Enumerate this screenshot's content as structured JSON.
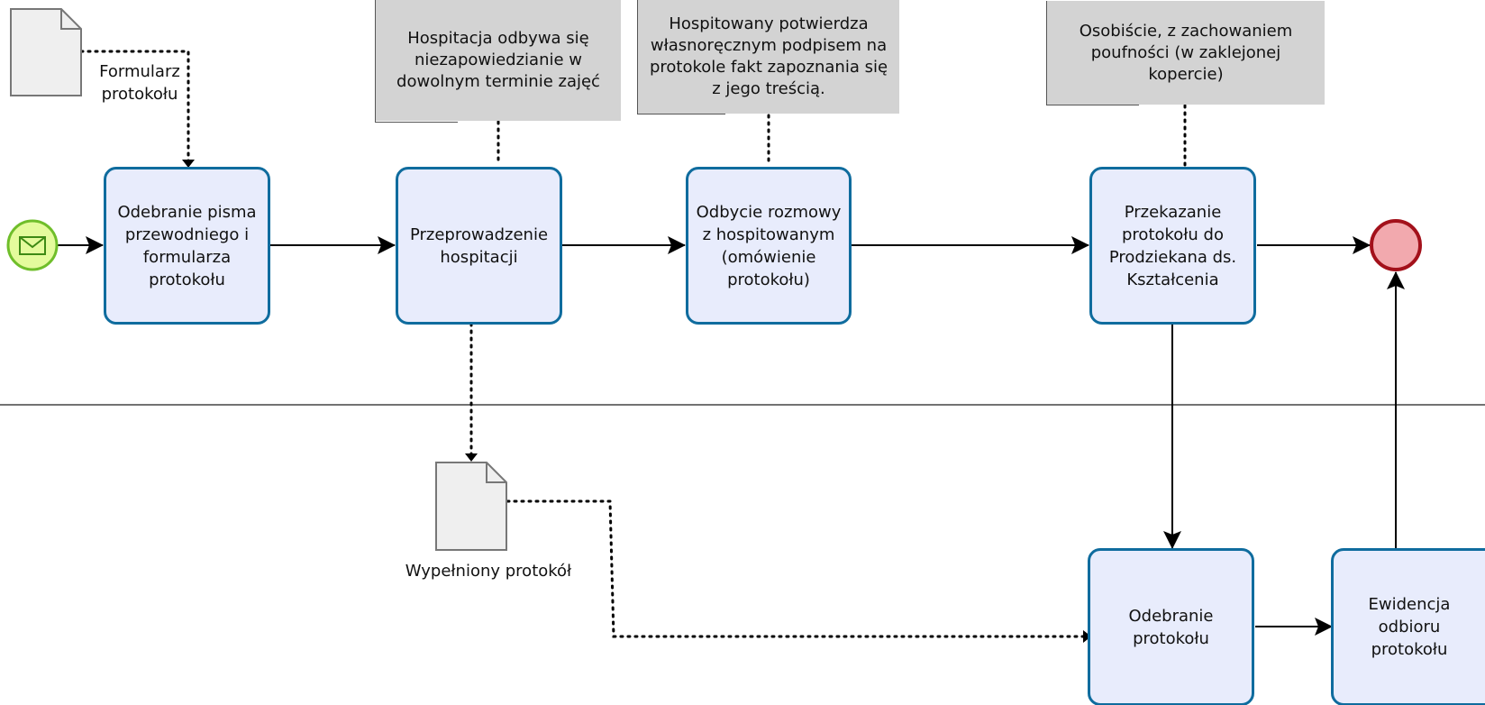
{
  "tasks": {
    "odebranie_pisma": "Odebranie pisma przewodniego i formularza protokołu",
    "przeprowadzenie": "Przeprowadzenie hospitacji",
    "odbycie_rozmowy": "Odbycie rozmowy z hospitowanym (omówienie protokołu)",
    "przekazanie": "Przekazanie protokołu do Prodziekana ds. Kształcenia",
    "odebranie_protokolu": "Odebranie protokołu",
    "ewidencja": "Ewidencja odbioru protokołu"
  },
  "notes": {
    "hospitacja": "Hospitacja odbywa się niezapowiedzianie w dowolnym terminie zajęć",
    "hospitowany": "Hospitowany potwierdza własnoręcznym podpisem na protokole fakt zapoznania się z jego treścią.",
    "osobiscie": "Osobiście, z zachowaniem poufności (w zaklejonej kopercie)"
  },
  "data_objects": {
    "formularz": "Formularz protokołu",
    "wypelniony": "Wypełniony protokół"
  },
  "colors": {
    "task_fill": "#e8ecfc",
    "task_border": "#0f6c9e",
    "note_fill": "#d3d3d3",
    "start_fill": "#e4fb9c",
    "start_border": "#6fbe2a",
    "end_fill": "#f2a9ae",
    "end_border": "#a3111b",
    "doc_fill": "#efefef",
    "doc_border": "#777777"
  }
}
